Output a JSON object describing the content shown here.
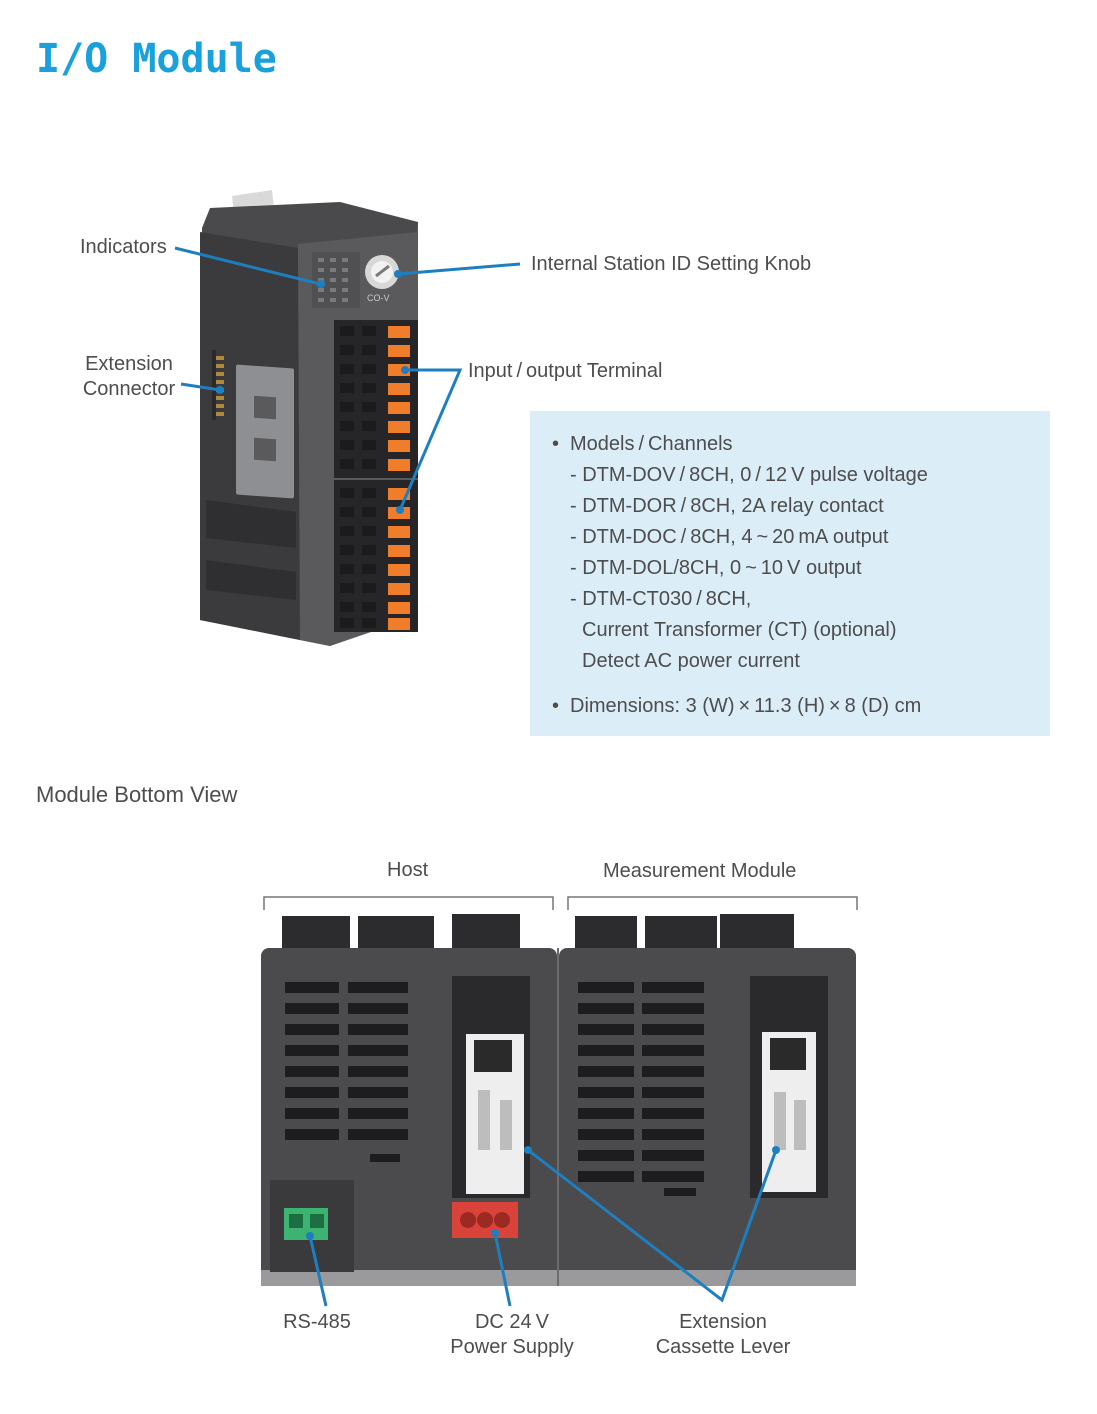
{
  "page": {
    "title": "I/O Module"
  },
  "io_module": {
    "labels": {
      "indicators": "Indicators",
      "station_knob": "Internal Station ID Setting Knob",
      "extension_connector": [
        "Extension",
        "Connector"
      ],
      "io_terminal": "Input / output Terminal",
      "panel_marking": "CO-V"
    }
  },
  "specs": {
    "models_heading": "Models / Channels",
    "models": [
      "- DTM-DOV / 8CH, 0 / 12 V pulse voltage",
      "- DTM-DOR / 8CH, 2A relay contact",
      "- DTM-DOC / 8CH, 4 ~ 20 mA output",
      "- DTM-DOL/8CH, 0 ~ 10 V output",
      "- DTM-CT030 / 8CH,"
    ],
    "model_continuation": [
      "Current Transformer (CT)  (optional)",
      "Detect AC power current"
    ],
    "dimensions": "Dimensions: 3 (W) × 11.3 (H) × 8 (D) cm"
  },
  "bottom_view": {
    "title": "Module Bottom View",
    "host_label": "Host",
    "measurement_label": "Measurement Module",
    "rs485_label": "RS-485",
    "power_label": [
      "DC 24 V",
      "Power Supply"
    ],
    "lever_label": [
      "Extension",
      "Cassette Lever"
    ]
  },
  "colors": {
    "title": "#1aa0dc",
    "callout": "#1e7fc0",
    "spec_box": "#dbeef8",
    "terminal_orange": "#f07d2a",
    "rs485_green": "#3cb371",
    "power_red": "#d9433a"
  }
}
